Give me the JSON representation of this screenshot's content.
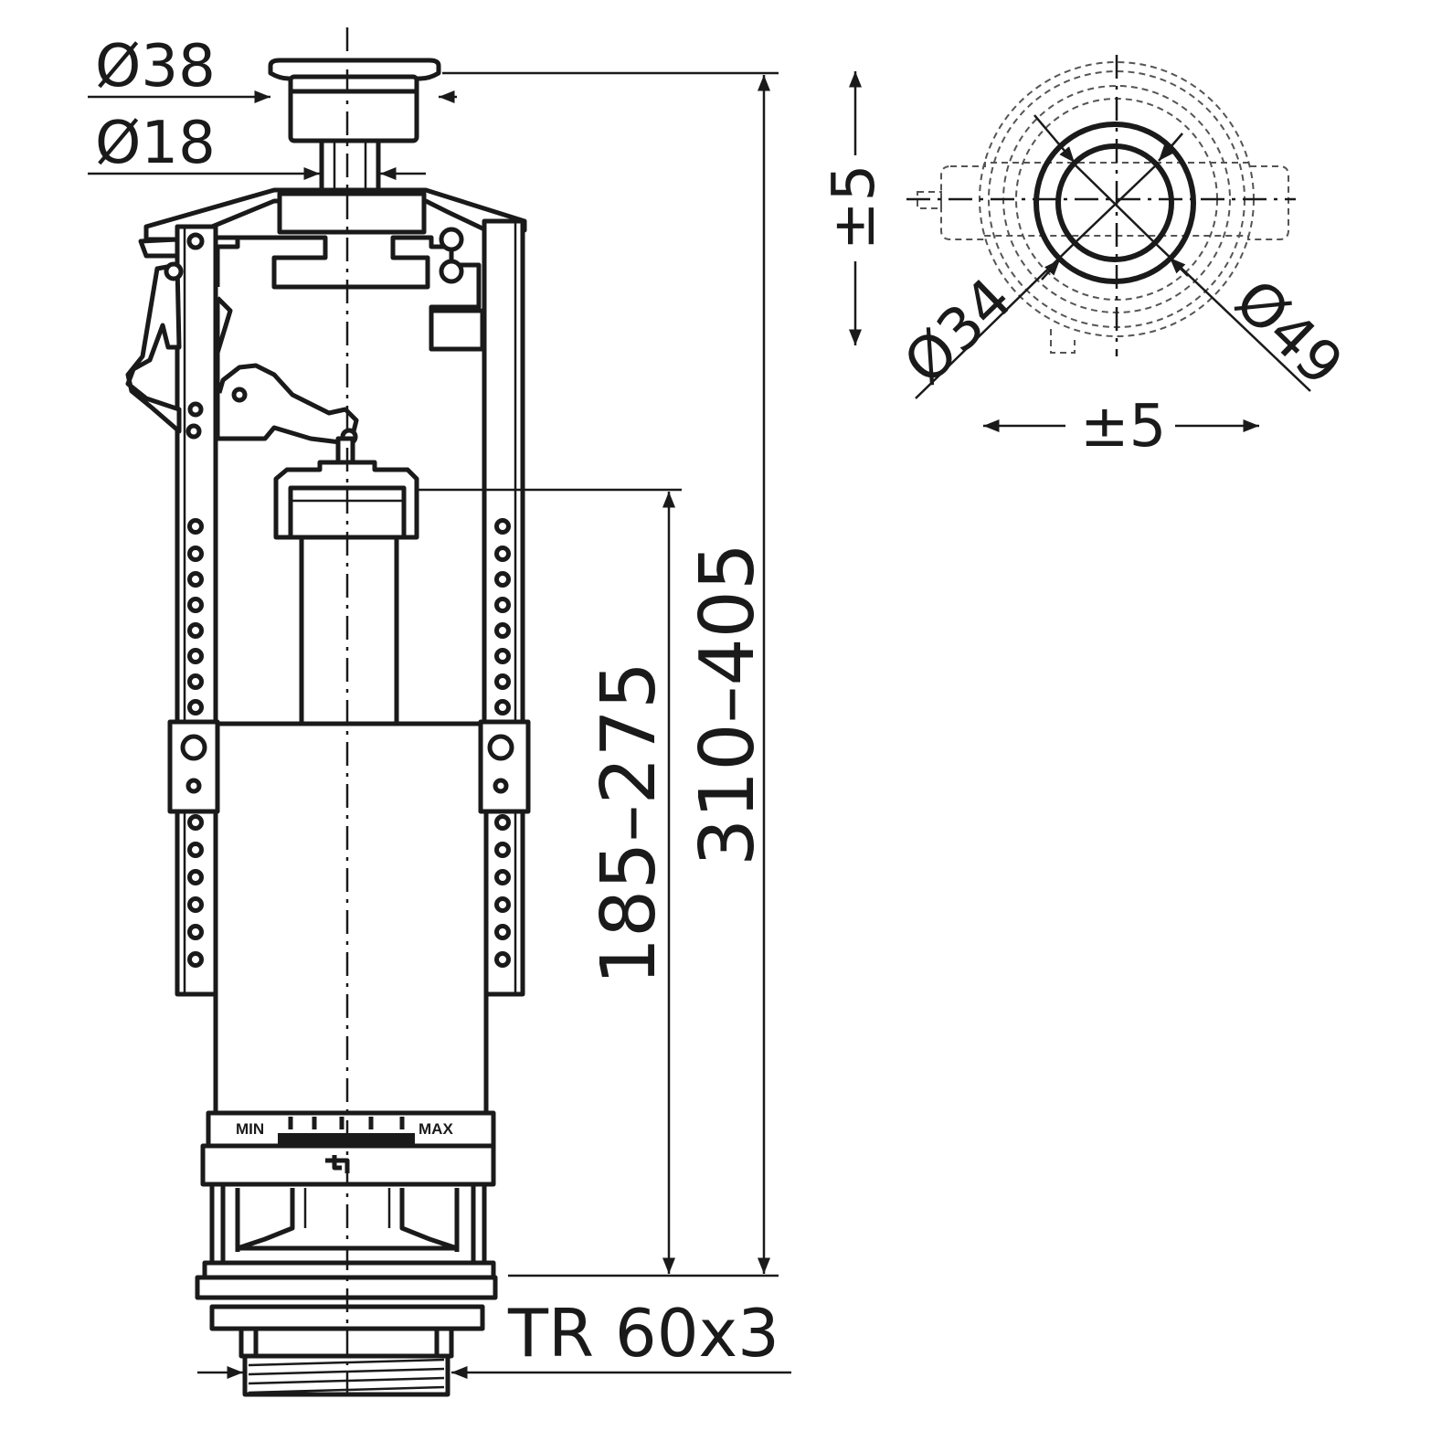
{
  "dimensions": {
    "button_diameter": "Ø38",
    "stem_diameter": "Ø18",
    "overall_height": "310–405",
    "overflow_height": "185–275",
    "thread": "TR 60x3",
    "vertical_tolerance": "±5",
    "horizontal_tolerance": "±5",
    "inner_diameter": "Ø34",
    "outer_diameter": "Ø49"
  },
  "scale": {
    "min_label": "MIN",
    "max_label": "MAX"
  },
  "colors": {
    "line": "#1a1a1a",
    "background": "#ffffff"
  }
}
